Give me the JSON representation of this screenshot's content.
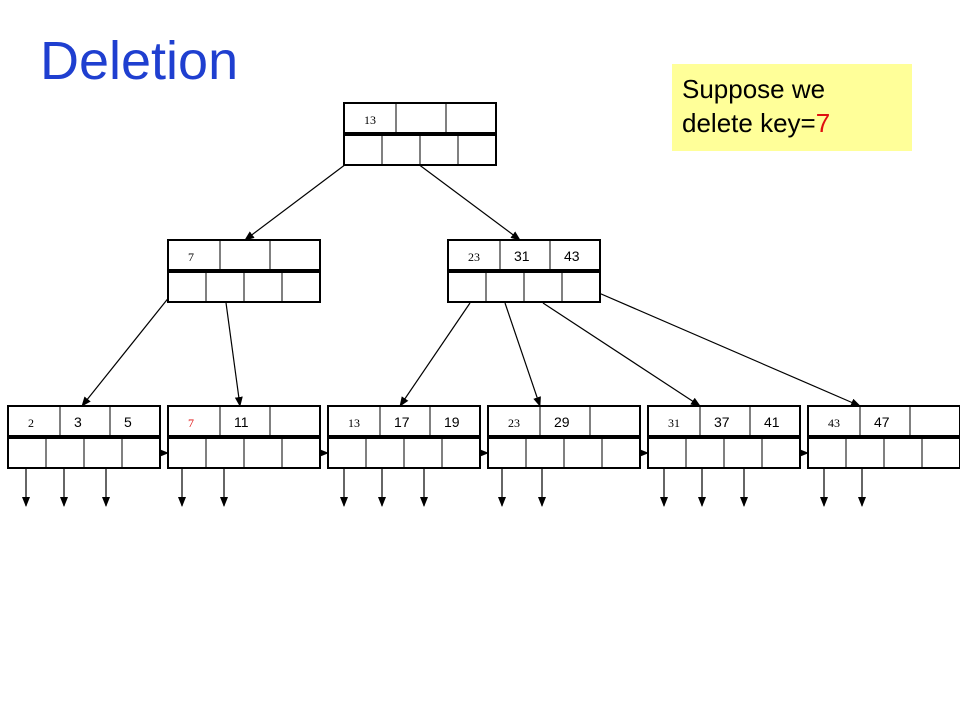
{
  "title": "Deletion",
  "note": {
    "prefix": "Suppose we delete key=",
    "key": "7"
  },
  "colors": {
    "title": "#1f3fd0",
    "note_bg": "#ffff99",
    "highlight": "#e01010"
  },
  "tree": {
    "root": {
      "keys": [
        "13",
        "",
        ""
      ]
    },
    "internal": [
      {
        "keys": [
          "7",
          "",
          ""
        ]
      },
      {
        "keys": [
          "23",
          "31",
          "43"
        ]
      }
    ],
    "leaves": [
      {
        "keys": [
          "2",
          "3",
          "5"
        ],
        "highlight_first": false
      },
      {
        "keys": [
          "7",
          "11",
          ""
        ],
        "highlight_first": true
      },
      {
        "keys": [
          "13",
          "17",
          "19"
        ],
        "highlight_first": false
      },
      {
        "keys": [
          "23",
          "29",
          ""
        ],
        "highlight_first": false
      },
      {
        "keys": [
          "31",
          "37",
          "41"
        ],
        "highlight_first": false
      },
      {
        "keys": [
          "43",
          "47",
          ""
        ],
        "highlight_first": false
      }
    ]
  }
}
